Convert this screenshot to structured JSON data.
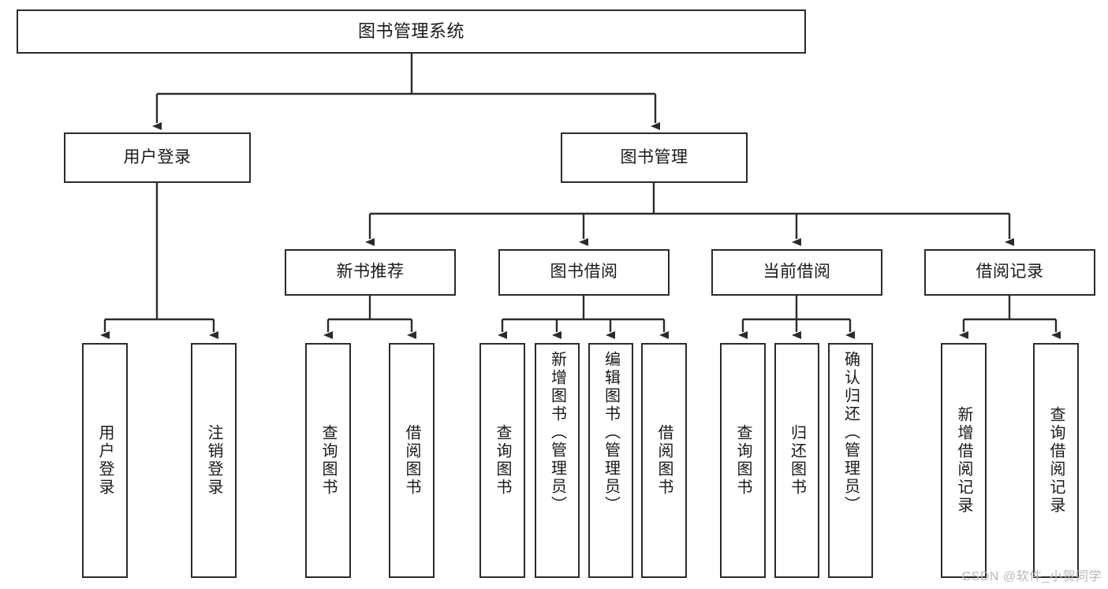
{
  "diagram": {
    "title": "图书管理系统",
    "watermark": "CSDN @软件_小贺同学",
    "stroke_color": "#2b2b2b",
    "background_color": "#ffffff",
    "text_color": "#1a1a1a",
    "watermark_color": "#b9b9b9"
  },
  "nodes": {
    "root": {
      "label": "图书管理系统"
    },
    "level2": [
      {
        "label": "用户登录"
      },
      {
        "label": "图书管理"
      }
    ],
    "level3": [
      {
        "label": "新书推荐"
      },
      {
        "label": "图书借阅"
      },
      {
        "label": "当前借阅"
      },
      {
        "label": "借阅记录"
      }
    ],
    "leaves": {
      "user_login": [
        {
          "label": "用户登录"
        },
        {
          "label": "注销登录"
        }
      ],
      "new_book_recommend": [
        {
          "label": "查询图书"
        },
        {
          "label": "借阅图书"
        }
      ],
      "book_borrow": [
        {
          "label": "查询图书"
        },
        {
          "label": "新增图书（管理员）"
        },
        {
          "label": "编辑图书（管理员）"
        },
        {
          "label": "借阅图书"
        }
      ],
      "current_borrow": [
        {
          "label": "查询图书"
        },
        {
          "label": "归还图书"
        },
        {
          "label": "确认归还（管理员）"
        }
      ],
      "borrow_record": [
        {
          "label": "新增借阅记录"
        },
        {
          "label": "查询借阅记录"
        }
      ]
    }
  },
  "chart_data": {
    "type": "diagram",
    "subtype": "tree-hierarchy",
    "orientation": "top-down",
    "title": "图书管理系统",
    "edge_style": "orthogonal-arrow",
    "tree": {
      "name": "图书管理系统",
      "children": [
        {
          "name": "用户登录",
          "children": [
            {
              "name": "用户登录"
            },
            {
              "name": "注销登录"
            }
          ]
        },
        {
          "name": "图书管理",
          "children": [
            {
              "name": "新书推荐",
              "children": [
                {
                  "name": "查询图书"
                },
                {
                  "name": "借阅图书"
                }
              ]
            },
            {
              "name": "图书借阅",
              "children": [
                {
                  "name": "查询图书"
                },
                {
                  "name": "新增图书（管理员）"
                },
                {
                  "name": "编辑图书（管理员）"
                },
                {
                  "name": "借阅图书"
                }
              ]
            },
            {
              "name": "当前借阅",
              "children": [
                {
                  "name": "查询图书"
                },
                {
                  "name": "归还图书"
                },
                {
                  "name": "确认归还（管理员）"
                }
              ]
            },
            {
              "name": "借阅记录",
              "children": [
                {
                  "name": "新增借阅记录"
                },
                {
                  "name": "查询借阅记录"
                }
              ]
            }
          ]
        }
      ]
    }
  }
}
